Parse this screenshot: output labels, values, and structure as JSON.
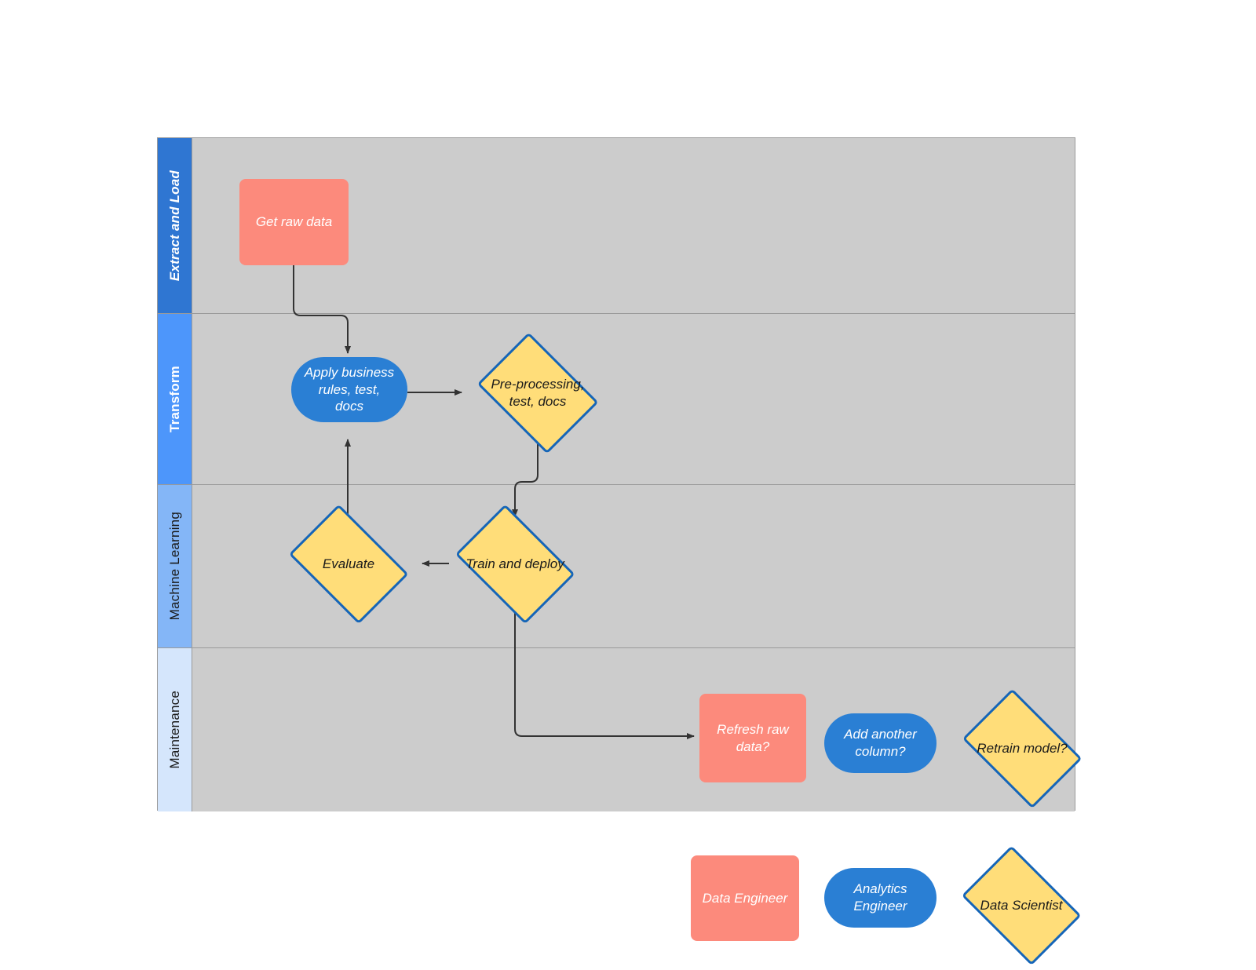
{
  "diagram": {
    "title": "Analytics / ML pipeline swimlane",
    "pool_background": "#cccccc",
    "border_color": "#9a9a9a"
  },
  "lanes": [
    {
      "id": "extract-and-load",
      "label": "Extract and Load",
      "header_color": "#2f76d2",
      "text_color": "#ffffff"
    },
    {
      "id": "transform",
      "label": "Transform",
      "header_color": "#4d96fb",
      "text_color": "#ffffff"
    },
    {
      "id": "machine-learning",
      "label": "Machine Learning",
      "header_color": "#84b6f7",
      "text_color": "#1a1a1a"
    },
    {
      "id": "maintenance",
      "label": "Maintenance",
      "header_color": "#d5e6fc",
      "text_color": "#1a1a1a"
    }
  ],
  "nodes": [
    {
      "id": "get-raw-data",
      "label": "Get raw data",
      "shape": "rect",
      "lane": "extract-and-load",
      "role": "Data Engineer"
    },
    {
      "id": "apply-business-rules",
      "label": "Apply business\nrules, test,\ndocs",
      "shape": "stadium",
      "lane": "transform",
      "role": "Analytics Engineer"
    },
    {
      "id": "pre-processing",
      "label": "Pre-processing,\ntest, docs",
      "shape": "diamond",
      "lane": "transform",
      "role": "Data Scientist"
    },
    {
      "id": "evaluate",
      "label": "Evaluate",
      "shape": "diamond",
      "lane": "machine-learning",
      "role": "Data Scientist"
    },
    {
      "id": "train-and-deploy",
      "label": "Train and deploy",
      "shape": "diamond",
      "lane": "machine-learning",
      "role": "Data Scientist"
    },
    {
      "id": "refresh-raw-data",
      "label": "Refresh raw\ndata?",
      "shape": "rect",
      "lane": "maintenance",
      "role": "Data Engineer"
    },
    {
      "id": "add-another-column",
      "label": "Add another\ncolumn?",
      "shape": "stadium",
      "lane": "maintenance",
      "role": "Analytics Engineer"
    },
    {
      "id": "retrain-model",
      "label": "Retrain model?",
      "shape": "diamond",
      "lane": "maintenance",
      "role": "Data Scientist"
    }
  ],
  "legend": {
    "items": [
      {
        "id": "data-engineer",
        "label": "Data Engineer",
        "shape": "rect",
        "color": "#fc8a7c"
      },
      {
        "id": "analytics-engineer",
        "label": "Analytics\nEngineer",
        "shape": "stadium",
        "color": "#2a7fd4"
      },
      {
        "id": "data-scientist",
        "label": "Data Scientist",
        "shape": "diamond",
        "color": "#ffdd79"
      }
    ]
  },
  "palette": {
    "salmon": "#fc8a7c",
    "blue": "#2a7fd4",
    "yellow": "#ffdd79",
    "diamond_border": "#1565b8",
    "lane_fill": "#cccccc",
    "connector": "#333333"
  },
  "connectors": [
    {
      "id": "raw-to-rules",
      "from": "get-raw-data",
      "to": "apply-business-rules",
      "direction": "down"
    },
    {
      "id": "rules-to-preprocess",
      "from": "apply-business-rules",
      "to": "pre-processing",
      "direction": "right"
    },
    {
      "id": "preprocess-to-train",
      "from": "pre-processing",
      "to": "train-and-deploy",
      "direction": "down"
    },
    {
      "id": "train-to-evaluate",
      "from": "train-and-deploy",
      "to": "evaluate",
      "direction": "left"
    },
    {
      "id": "evaluate-to-rules",
      "from": "evaluate",
      "to": "apply-business-rules",
      "direction": "up"
    },
    {
      "id": "loop-to-refresh",
      "from": "train-and-deploy",
      "to": "refresh-raw-data",
      "direction": "right"
    }
  ]
}
